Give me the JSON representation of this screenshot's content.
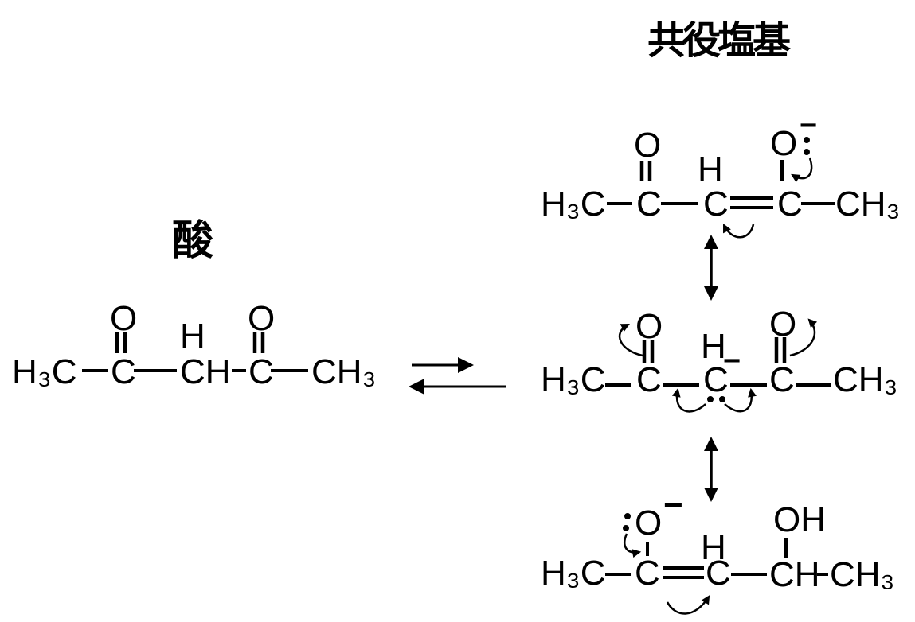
{
  "colors": {
    "ink": "#000000",
    "background": "#ffffff"
  },
  "labels": {
    "acid": "酸",
    "conjugate_base": "共役塩基"
  },
  "acid": {
    "h3c": "H₃C",
    "o_left": "O",
    "c2": "C",
    "h": "H",
    "ch": "CH",
    "o_right": "O",
    "c4": "C",
    "ch3": "CH₃"
  },
  "resonance1": {
    "h3c": "H₃C",
    "o_left": "O",
    "c2": "C",
    "h": "H",
    "c3": "C",
    "o_right": "O",
    "charge": "−",
    "c4": "C",
    "ch3": "CH₃"
  },
  "resonance2": {
    "h3c": "H₃C",
    "o_left": "O",
    "c2": "C",
    "h": "H",
    "charge": "−",
    "c3": "C",
    "o_right": "O",
    "c4": "C",
    "ch3": "CH₃"
  },
  "resonance3": {
    "h3c": "H₃C",
    "o": "O",
    "charge": "−",
    "c2": "C",
    "h": "H",
    "c3": "C",
    "oh": "OH",
    "ch": "CH",
    "ch3": "CH₃"
  }
}
